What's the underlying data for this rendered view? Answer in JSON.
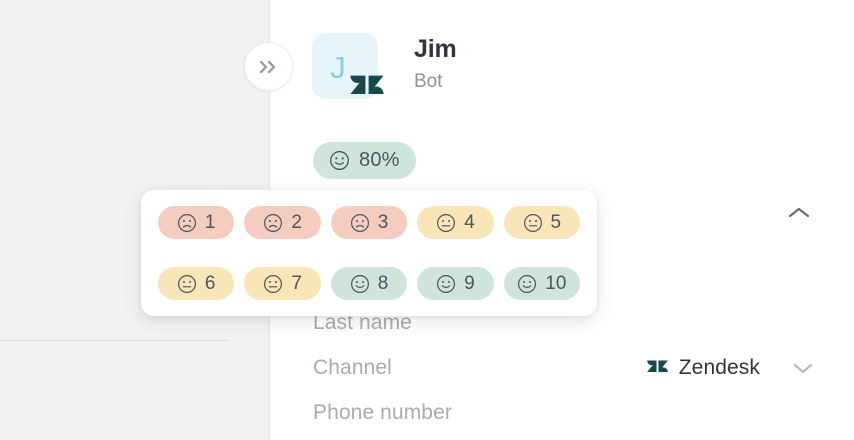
{
  "left_panel": {
    "name": "collapsed-conversation-list"
  },
  "expand_button": {
    "icon": "chevrons-right-icon",
    "label": "»"
  },
  "agent": {
    "avatar_letter": "J",
    "avatar_badge_icon": "zendesk-logo-icon",
    "name": "Jim",
    "role": "Bot"
  },
  "satisfaction": {
    "icon": "smiley-face-icon",
    "score": "80%"
  },
  "collapse_chevron": {
    "icon": "chevron-up-icon"
  },
  "rating_popup": {
    "rows": [
      [
        {
          "value": "1",
          "mood": "neg",
          "tone": "negative"
        },
        {
          "value": "2",
          "mood": "neg",
          "tone": "negative"
        },
        {
          "value": "3",
          "mood": "neg",
          "tone": "negative"
        },
        {
          "value": "4",
          "mood": "neu",
          "tone": "neutral"
        },
        {
          "value": "5",
          "mood": "neu",
          "tone": "neutral"
        }
      ],
      [
        {
          "value": "6",
          "mood": "neu",
          "tone": "neutral"
        },
        {
          "value": "7",
          "mood": "neu",
          "tone": "neutral"
        },
        {
          "value": "8",
          "mood": "pos",
          "tone": "positive"
        },
        {
          "value": "9",
          "mood": "pos",
          "tone": "positive"
        },
        {
          "value": "10",
          "mood": "pos",
          "tone": "positive"
        }
      ]
    ]
  },
  "form": {
    "rows": [
      {
        "label": "Last name",
        "value": "",
        "has_chevron": false
      },
      {
        "label": "Channel",
        "value": "Zendesk",
        "has_chevron": true,
        "value_icon": "zendesk-logo-icon"
      },
      {
        "label": "Phone number",
        "value": "",
        "has_chevron": false
      }
    ]
  },
  "colors": {
    "negative": "#F5CDC0",
    "neutral": "#F8E5B8",
    "positive": "#CFE5DC",
    "panel_bg": "#F2F2F3",
    "text_dark": "#2F3642",
    "text_muted": "#A7ABB2",
    "avatar_bg": "#E7F5FB",
    "avatar_letter": "#86CDE8",
    "zendesk_dark": "#17494D"
  }
}
